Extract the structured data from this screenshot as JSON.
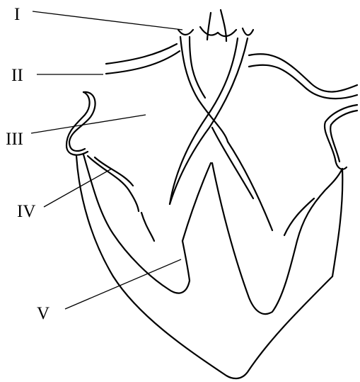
{
  "labels": {
    "I": "I",
    "II": "II",
    "III": "III",
    "IV": "IV",
    "V": "V"
  },
  "colors": {
    "line": "#000000",
    "background": "#ffffff"
  }
}
